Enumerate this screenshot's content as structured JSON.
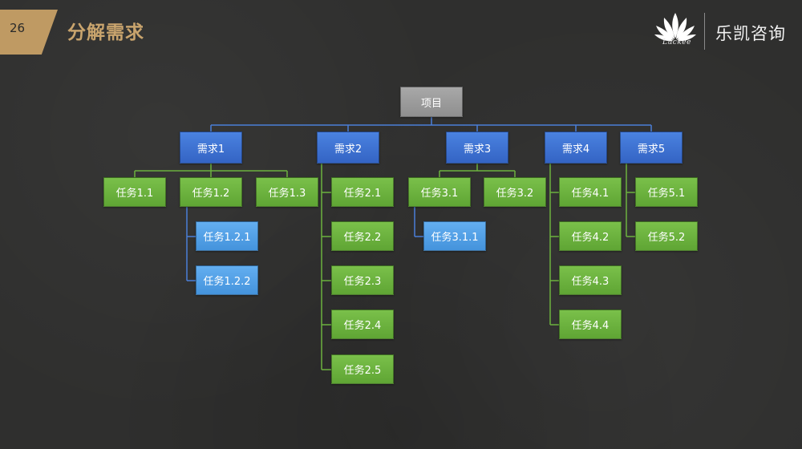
{
  "slide": {
    "page_number": "26",
    "title": "分解需求"
  },
  "brand": {
    "logo_text": "Luckee",
    "name": "乐凯咨询",
    "accent": "#bf9a63",
    "title_color": "#c9a46d"
  },
  "tree": {
    "root": "项目",
    "requirements": [
      {
        "label": "需求1",
        "tasks": [
          "任务1.1",
          "任务1.2",
          "任务1.3"
        ],
        "subtasks": [
          "任务1.2.1",
          "任务1.2.2"
        ]
      },
      {
        "label": "需求2",
        "tasks": [
          "任务2.1",
          "任务2.2",
          "任务2.3",
          "任务2.4",
          "任务2.5"
        ]
      },
      {
        "label": "需求3",
        "tasks": [
          "任务3.1",
          "任务3.2"
        ],
        "subtasks": [
          "任务3.1.1"
        ]
      },
      {
        "label": "需求4",
        "tasks": [
          "任务4.1",
          "任务4.2",
          "任务4.3",
          "任务4.4"
        ]
      },
      {
        "label": "需求5",
        "tasks": [
          "任务5.1",
          "任务5.2"
        ]
      }
    ]
  },
  "colors": {
    "root": "#999999",
    "requirement": "#3f72d4",
    "task": "#6cb23f",
    "subtask": "#54a0e6",
    "requirement_line": "#4a7fd8",
    "task_line": "#6cb23f"
  }
}
